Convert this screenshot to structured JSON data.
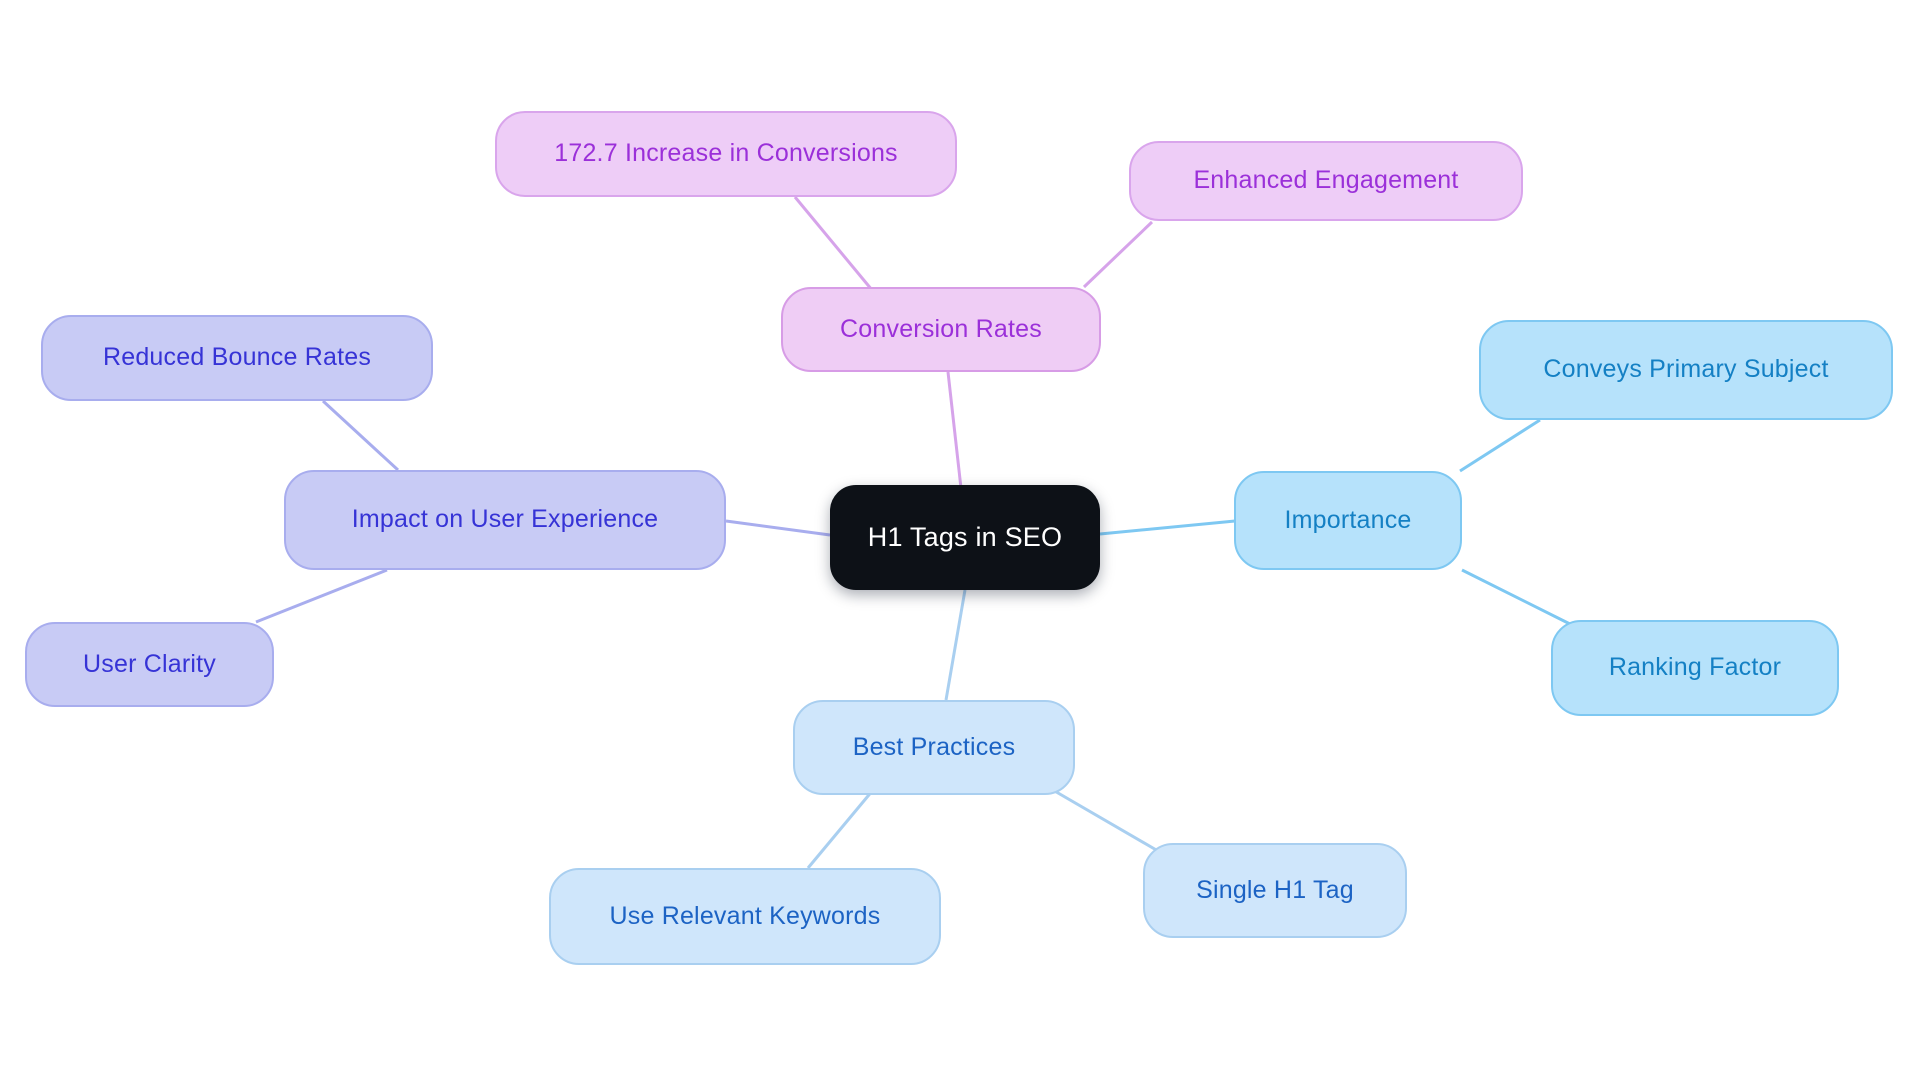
{
  "diagram": {
    "type": "mindmap",
    "title": "H1 Tags in SEO",
    "background": "#ffffff",
    "root": {
      "id": "root",
      "label": "H1 Tags in SEO",
      "fill": "#0d1117",
      "text_color": "#ffffff"
    },
    "branches": [
      {
        "id": "importance",
        "label": "Importance",
        "fill": "#b6e2fb",
        "stroke": "#7ec8f2",
        "text_color": "#1480c4",
        "children": [
          {
            "id": "conveys-primary-subject",
            "label": "Conveys Primary Subject"
          },
          {
            "id": "ranking-factor",
            "label": "Ranking Factor"
          }
        ]
      },
      {
        "id": "best-practices",
        "label": "Best Practices",
        "fill": "#cfe6fb",
        "stroke": "#a9cff0",
        "text_color": "#1c63c4",
        "children": [
          {
            "id": "use-relevant-keywords",
            "label": "Use Relevant Keywords"
          },
          {
            "id": "single-h1-tag",
            "label": "Single H1 Tag"
          }
        ]
      },
      {
        "id": "impact-on-user-experience",
        "label": "Impact on User Experience",
        "fill": "#c8cbf5",
        "stroke": "#a8adee",
        "text_color": "#3633d6",
        "children": [
          {
            "id": "reduced-bounce-rates",
            "label": "Reduced Bounce Rates"
          },
          {
            "id": "user-clarity",
            "label": "User Clarity"
          }
        ]
      },
      {
        "id": "conversion-rates",
        "label": "Conversion Rates",
        "fill": "#efcdf5",
        "stroke": "#d79ce6",
        "text_color": "#9b30d9",
        "children": [
          {
            "id": "increase-in-conversions",
            "label": "172.7 Increase in Conversions"
          },
          {
            "id": "enhanced-engagement",
            "label": "Enhanced Engagement"
          }
        ]
      }
    ],
    "edge_colors": {
      "violet": "#d6a3ea",
      "periwinkle": "#a8adee",
      "sky": "#7ec8f2",
      "paleblue": "#a9cff0"
    }
  }
}
